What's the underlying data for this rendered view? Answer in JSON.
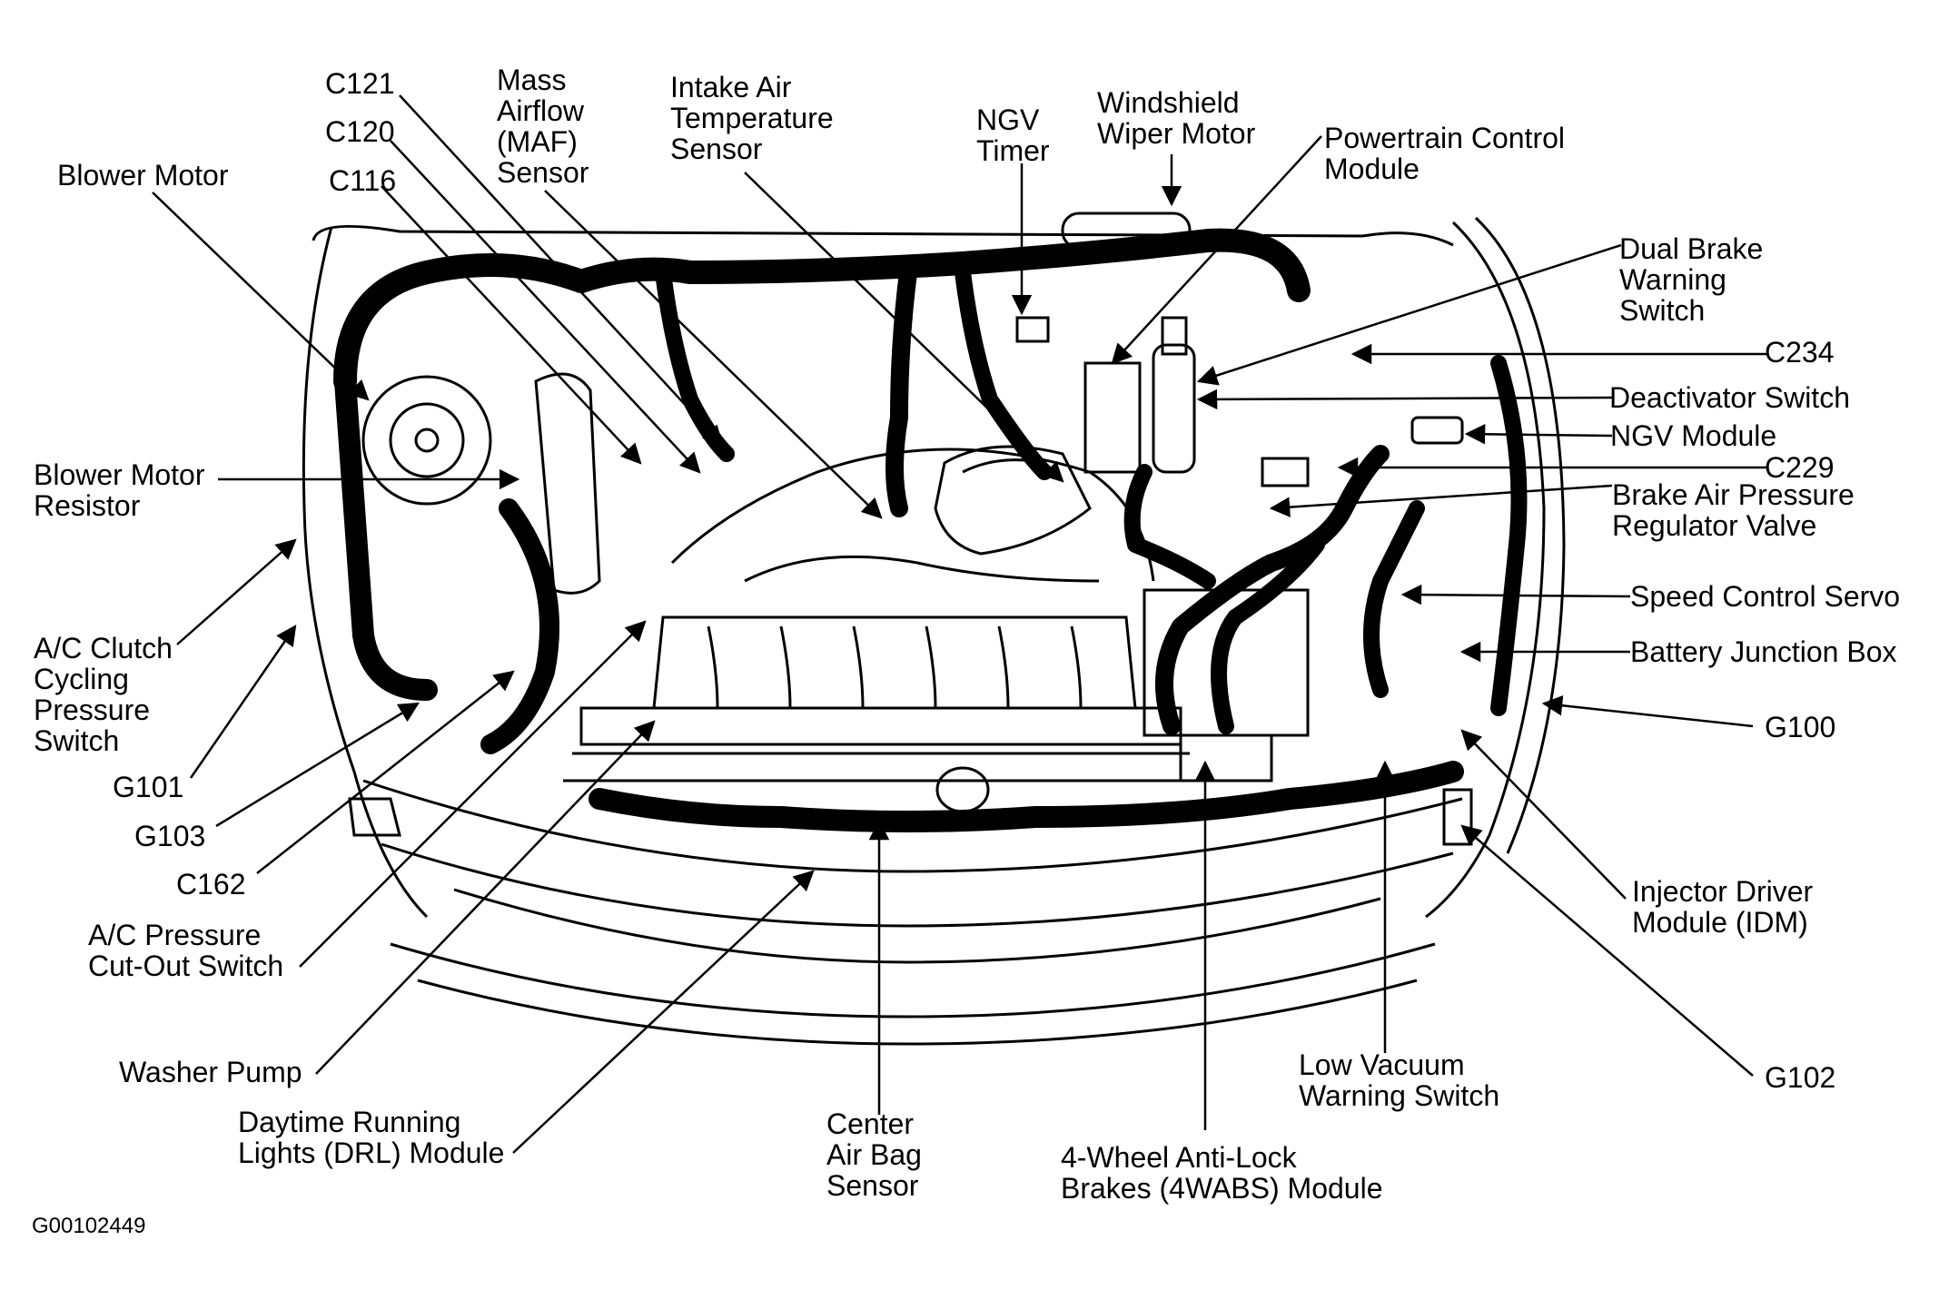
{
  "figure_id": "G00102449",
  "labels": {
    "blower_motor": [
      "Blower Motor"
    ],
    "c121": [
      "C121"
    ],
    "c120": [
      "C120"
    ],
    "c116": [
      "C116"
    ],
    "maf_sensor": [
      "Mass",
      "Airflow",
      "(MAF)",
      "Sensor"
    ],
    "iat_sensor": [
      "Intake Air",
      "Temperature",
      "Sensor"
    ],
    "ngv_timer": [
      "NGV",
      "Timer"
    ],
    "wiper_motor": [
      "Windshield",
      "Wiper Motor"
    ],
    "pcm": [
      "Powertrain Control",
      "Module"
    ],
    "dual_brake_switch": [
      "Dual Brake",
      "Warning",
      "Switch"
    ],
    "c234": [
      "C234"
    ],
    "deactivator_switch": [
      "Deactivator Switch"
    ],
    "ngv_module": [
      "NGV Module"
    ],
    "c229": [
      "C229"
    ],
    "brake_air_valve": [
      "Brake Air Pressure",
      "Regulator Valve"
    ],
    "speed_control_servo": [
      "Speed Control Servo"
    ],
    "battery_junction_box": [
      "Battery Junction Box"
    ],
    "g100": [
      "G100"
    ],
    "blower_resistor": [
      "Blower Motor",
      "Resistor"
    ],
    "ac_clutch_switch": [
      "A/C Clutch",
      "Cycling",
      "Pressure",
      "Switch"
    ],
    "g101": [
      "G101"
    ],
    "g103": [
      "G103"
    ],
    "c162": [
      "C162"
    ],
    "ac_cutout_switch": [
      "A/C Pressure",
      "Cut-Out Switch"
    ],
    "washer_pump": [
      "Washer Pump"
    ],
    "drl_module": [
      "Daytime Running",
      "Lights (DRL) Module"
    ],
    "airbag_sensor": [
      "Center",
      "Air Bag",
      "Sensor"
    ],
    "abs_module": [
      "4-Wheel Anti-Lock",
      "Brakes (4WABS) Module"
    ],
    "low_vacuum_switch": [
      "Low Vacuum",
      "Warning Switch"
    ],
    "idm": [
      "Injector Driver",
      "Module (IDM)"
    ],
    "g102": [
      "G102"
    ]
  }
}
